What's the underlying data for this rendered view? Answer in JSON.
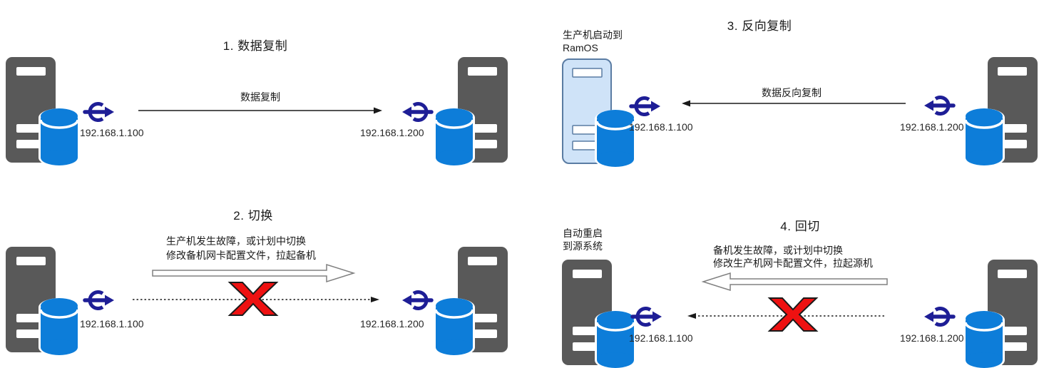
{
  "diagram": {
    "panels": [
      {
        "title": "1. 数据复制",
        "arrow_label": "数据复制",
        "left_ip": "192.168.1.100",
        "right_ip": "192.168.1.200"
      },
      {
        "title": "2. 切换",
        "note_lines": [
          "生产机发生故障，或计划中切换",
          "修改备机网卡配置文件，拉起备机"
        ],
        "left_ip": "192.168.1.100",
        "right_ip": "192.168.1.200"
      },
      {
        "title": "3. 反向复制",
        "server_caption_lines": [
          "生产机启动到",
          "RamOS"
        ],
        "arrow_label": "数据反向复制",
        "left_ip": "192.168.1.100",
        "right_ip": "192.168.1.200"
      },
      {
        "title": "4. 回切",
        "server_caption_lines": [
          "自动重启",
          "到源系统"
        ],
        "note_lines": [
          "备机发生故障，或计划中切换",
          "修改生产机网卡配置文件，拉起源机"
        ],
        "left_ip": "192.168.1.100",
        "right_ip": "192.168.1.200"
      }
    ],
    "icons": {
      "server": "server-tower-with-database-cylinder",
      "ramos_server": "light-blue-server-tower-ramos",
      "sync_out": "circle-arrow-out-right",
      "sync_in": "circle-arrow-in-left",
      "failure": "red-x-mark"
    },
    "colors": {
      "server_gray": "#595959",
      "database_blue": "#0d7dd9",
      "sync_icon_navy": "#1e1e96",
      "ramos_fill": "#cfe3f8",
      "ramos_stroke": "#5a7ca3",
      "failure_red": "#ee1111",
      "hollow_arrow_stroke": "#808080",
      "line_black": "#1a1a1a"
    }
  }
}
